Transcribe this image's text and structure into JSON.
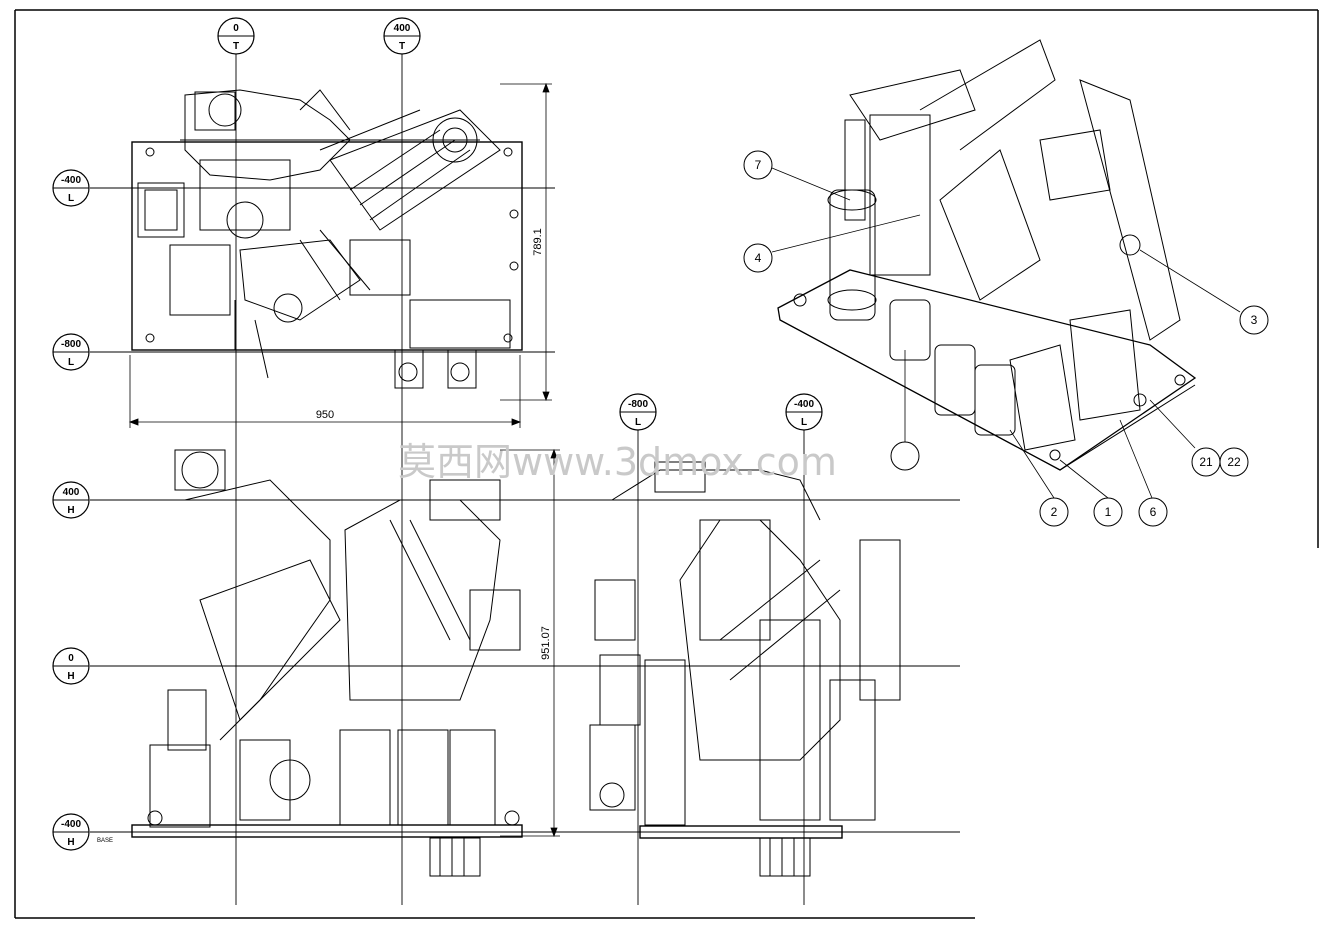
{
  "datum_bubbles": [
    {
      "value": "0",
      "axis": "T"
    },
    {
      "value": "400",
      "axis": "T"
    },
    {
      "value": "-400",
      "axis": "L"
    },
    {
      "value": "-800",
      "axis": "L"
    },
    {
      "value": "400",
      "axis": "H"
    },
    {
      "value": "0",
      "axis": "H"
    },
    {
      "value": "-400",
      "axis": "H"
    },
    {
      "value": "-800",
      "axis": "L"
    },
    {
      "value": "-400",
      "axis": "L"
    }
  ],
  "dimensions": {
    "width": "950",
    "depth": "789.1",
    "height": "951.07"
  },
  "base_label": "BASE",
  "callouts": [
    "7",
    "4",
    "3",
    "2",
    "1",
    "6",
    "21",
    "22"
  ],
  "watermark": "莫西网www.3dmox.com",
  "colors": {
    "line": "#000000",
    "background": "#ffffff",
    "watermark": "#c9c9c9"
  }
}
